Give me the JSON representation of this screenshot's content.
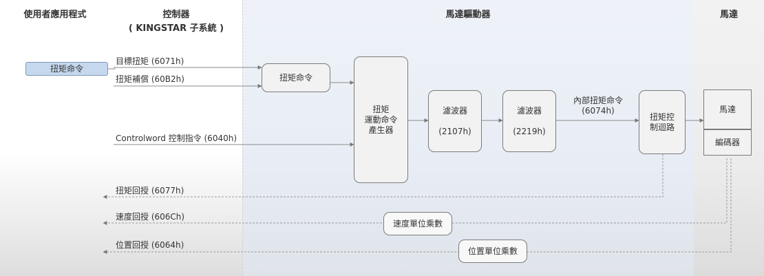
{
  "headers": {
    "user": "使用者應用程式",
    "controller": "控制器",
    "controller_sub": "( KINGSTAR 子系統 )",
    "drive": "馬達驅動器",
    "motor": "馬達"
  },
  "user_box": "扭矩命令",
  "signals": {
    "target_torque": "目標扭矩 (6071h)",
    "torque_offset": "扭矩補償 (60B2h)",
    "controlword": "Controlword 控制指令 (6040h)",
    "torque_feedback": "扭矩回授 (6077h)",
    "velocity_feedback": "速度回授 (606Ch)",
    "position_feedback": "位置回授 (6064h)",
    "internal_torque": "內部扭矩命令\n(6074h)"
  },
  "blocks": {
    "torque_command": "扭矩命令",
    "generator": "扭矩\n運動命令\n產生器",
    "filter1": "濾波器\n\n(2107h)",
    "filter2": "濾波器\n\n(2219h)",
    "torque_loop": "扭矩控\n制迴路",
    "motor": "馬達",
    "encoder": "編碼器",
    "velocity_factor": "速度單位乘數",
    "position_factor": "位置單位乘數"
  }
}
